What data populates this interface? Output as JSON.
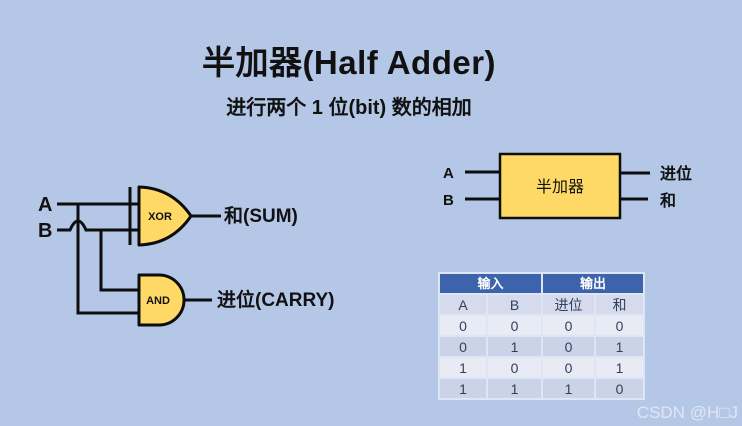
{
  "title": "半加器(Half Adder)",
  "subtitle": "进行两个 1 位(bit) 数的相加",
  "colors": {
    "background": "#b4c7e7",
    "gate_fill": "#ffd966",
    "gate_stroke": "#0d0d0d",
    "wire": "#0d0d0d",
    "title_text": "#111111",
    "table_header_bg": "#3e63ad",
    "table_header_text": "#ffffff",
    "table_subheader_bg": "#d5dbec",
    "table_row_light": "#e8ebf4",
    "table_row_dark": "#cbd3e8",
    "table_text": "#33405c",
    "table_divider": "rgba(255,255,255,0.55)",
    "watermark_text": "rgba(233,238,247,0.82)"
  },
  "gate_circuit": {
    "input_a": "A",
    "input_b": "B",
    "xor_gate": "XOR",
    "and_gate": "AND",
    "sum_output": "和(SUM)",
    "carry_output": "进位(CARRY)"
  },
  "block_diagram": {
    "input_a": "A",
    "input_b": "B",
    "box_label": "半加器",
    "carry_output": "进位",
    "sum_output": "和"
  },
  "truth_table": {
    "group_headers": [
      "输入",
      "输出"
    ],
    "columns": [
      "A",
      "B",
      "进位",
      "和"
    ],
    "rows": [
      [
        "0",
        "0",
        "0",
        "0"
      ],
      [
        "0",
        "1",
        "0",
        "1"
      ],
      [
        "1",
        "0",
        "0",
        "1"
      ],
      [
        "1",
        "1",
        "1",
        "0"
      ]
    ]
  },
  "watermark": "CSDN @H□J"
}
